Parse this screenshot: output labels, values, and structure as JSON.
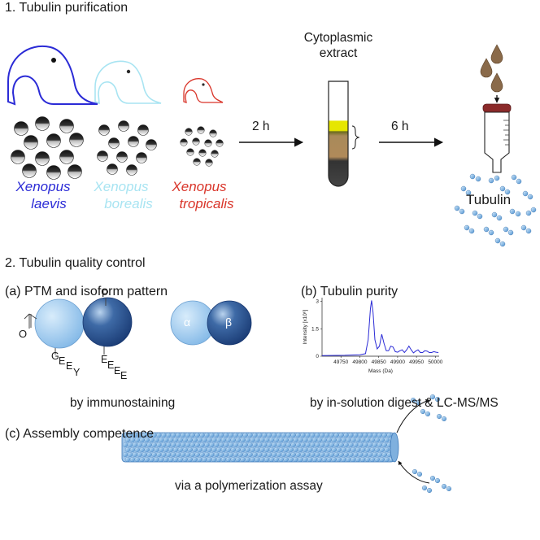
{
  "section1": {
    "title": "1. Tubulin purification",
    "species": [
      {
        "genus": "Xenopus",
        "epithet": "laevis",
        "color": "#2b2bd6"
      },
      {
        "genus": "Xenopus",
        "epithet": "borealis",
        "color": "#a8e4f2"
      },
      {
        "genus": "Xenopus",
        "epithet": "tropicalis",
        "color": "#d9352a"
      }
    ],
    "extract_label_line1": "Cytoplasmic",
    "extract_label_line2": "extract",
    "arrow1_time": "2 h",
    "arrow2_time": "6 h",
    "product_label": "Tubulin"
  },
  "section2": {
    "title": "2. Tubulin quality control",
    "panel_a": {
      "title": "(a) PTM and isoform pattern",
      "ptm_p": "P",
      "ptm_o": "O",
      "ptm_gly": [
        "G",
        "E",
        "E",
        "Y"
      ],
      "ptm_glu": [
        "E",
        "E",
        "E",
        "E"
      ],
      "alpha": "α",
      "beta": "β",
      "method": "by  immunostaining"
    },
    "panel_b": {
      "title": "(b) Tubulin purity",
      "method": "by in-solution digest & LC-MS/MS"
    }
  },
  "panel_c": {
    "title": "(c) Assembly competence",
    "method": "via a polymerization assay"
  },
  "chart_data": {
    "type": "line",
    "title": "",
    "xlabel": "Mass (Da)",
    "ylabel": "Intensity [x10⁶]",
    "xlim": [
      49700,
      50010
    ],
    "ylim": [
      0,
      3.2
    ],
    "x_ticks": [
      "49750",
      "49800",
      "49850",
      "49900",
      "49950",
      "50000"
    ],
    "y_ticks": [
      "0",
      "1.5",
      "3"
    ],
    "series": [
      {
        "color": "#2b2bd6",
        "x": [
          49700,
          49760,
          49800,
          49815,
          49822,
          49828,
          49831,
          49835,
          49840,
          49846,
          49852,
          49858,
          49864,
          49870,
          49876,
          49882,
          49888,
          49894,
          49900,
          49906,
          49912,
          49918,
          49924,
          49930,
          49936,
          49942,
          49948,
          49954,
          49960,
          49966,
          49972,
          49978,
          49984,
          49990,
          49996,
          50002,
          50008
        ],
        "y": [
          0.03,
          0.05,
          0.08,
          0.14,
          0.9,
          2.6,
          3.05,
          2.4,
          0.9,
          0.4,
          0.55,
          1.2,
          0.7,
          0.3,
          0.3,
          0.55,
          0.5,
          0.25,
          0.22,
          0.3,
          0.35,
          0.2,
          0.35,
          0.55,
          0.35,
          0.18,
          0.28,
          0.35,
          0.2,
          0.2,
          0.3,
          0.28,
          0.2,
          0.2,
          0.25,
          0.22,
          0.2
        ]
      }
    ]
  }
}
